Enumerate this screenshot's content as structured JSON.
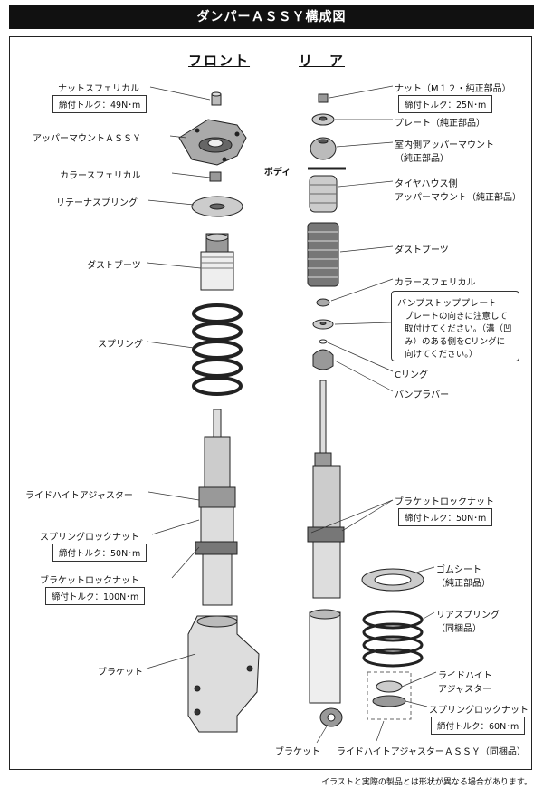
{
  "title": "ダンパーＡＳＳＹ構成図",
  "headers": {
    "front": "フロント",
    "rear": "リ　ア"
  },
  "body_label": "ボディ",
  "front": {
    "nut_spherical": "ナットスフェリカル",
    "nut_torque": "締付トルク：49N･m",
    "upper_mount": "アッパーマウントＡＳＳＹ",
    "collar_spherical": "カラースフェリカル",
    "retainer_spring": "リテーナスプリング",
    "dust_boots": "ダストブーツ",
    "spring": "スプリング",
    "ride_height_adjuster": "ライドハイトアジャスター",
    "spring_lock_nut": "スプリングロックナット",
    "spring_lock_torque": "締付トルク：50N･m",
    "bracket_lock_nut": "ブラケットロックナット",
    "bracket_lock_torque": "締付トルク：100N･m",
    "bracket": "ブラケット"
  },
  "rear": {
    "nut": "ナット（M１２・純正部品）",
    "nut_torque": "締付トルク：25N･m",
    "plate": "プレート（純正部品）",
    "inner_upper_mount_1": "室内側アッパーマウント",
    "inner_upper_mount_2": "（純正部品）",
    "tire_house_mount_1": "タイヤハウス側",
    "tire_house_mount_2": "アッパーマウント（純正部品）",
    "dust_boots": "ダストブーツ",
    "collar_spherical": "カラースフェリカル",
    "bump_stop_title": "バンプストッププレート",
    "bump_stop_text": "プレートの向きに注意して取付けてください。（溝（凹み）のある側をCリングに向けてください。）",
    "c_ring": "Cリング",
    "bump_rubber": "バンプラバー",
    "bracket_lock_nut": "ブラケットロックナット",
    "bracket_lock_torque": "締付トルク：50N･m",
    "rubber_sheet_1": "ゴムシート",
    "rubber_sheet_2": "（純正部品）",
    "rear_spring_1": "リアスプリング",
    "rear_spring_2": "（同梱品）",
    "ride_height_1": "ライドハイト",
    "ride_height_2": "アジャスター",
    "spring_lock_nut": "スプリングロックナット",
    "spring_lock_torque": "締付トルク：60N･m",
    "bracket": "ブラケット",
    "ride_height_assy": "ライドハイトアジャスターＡＳＳＹ（同梱品）"
  },
  "footer": "イラストと実際の製品とは形状が異なる場合があります。"
}
